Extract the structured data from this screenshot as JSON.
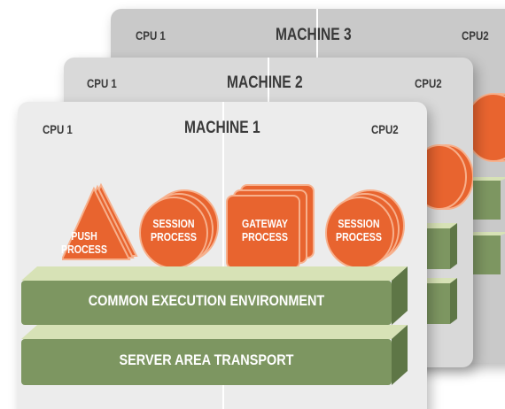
{
  "machines": [
    {
      "title": "MACHINE 3",
      "cpu_left": "CPU 1",
      "cpu_right": "CPU2"
    },
    {
      "title": "MACHINE 2",
      "cpu_left": "CPU 1",
      "cpu_right": "CPU2"
    },
    {
      "title": "MACHINE 1",
      "cpu_left": "CPU 1",
      "cpu_right": "CPU2"
    }
  ],
  "processes": [
    {
      "shape": "triangle",
      "line1": "PUSH",
      "line2": "PROCESS"
    },
    {
      "shape": "circle",
      "line1": "SESSION",
      "line2": "PROCESS"
    },
    {
      "shape": "square",
      "line1": "GATEWAY",
      "line2": "PROCESS"
    },
    {
      "shape": "circle",
      "line1": "SESSION",
      "line2": "PROCESS"
    }
  ],
  "layers": {
    "execution": "COMMON EXECUTION ENVIRONMENT",
    "transport": "SERVER AREA TRANSPORT"
  },
  "colors": {
    "process_fill": "#e8642f",
    "process_stroke": "#f7b08c",
    "bar_front": "#7d9661",
    "bar_top": "#d7e2b6",
    "bar_side": "#5e7646",
    "machine3_bg": "#c9c9c9",
    "machine2_bg": "#d9d9d9",
    "machine1_bg": "#ececec"
  }
}
